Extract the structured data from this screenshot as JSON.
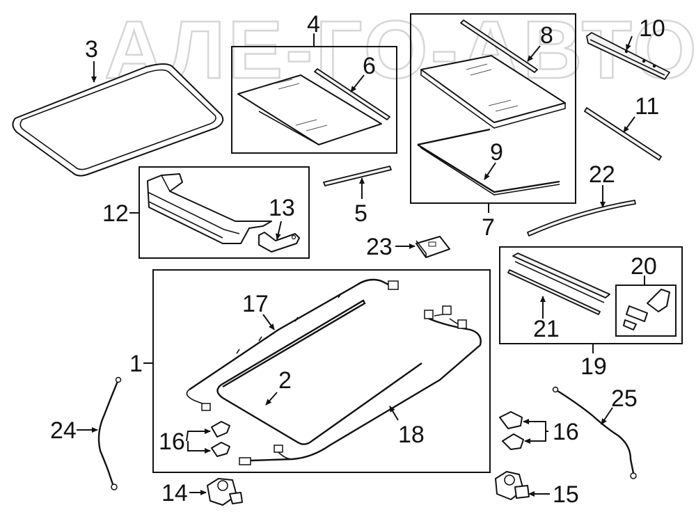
{
  "watermark": {
    "text": "АЛЕ-ГО-АВТО"
  },
  "callouts": {
    "c1": "1",
    "c2": "2",
    "c3": "3",
    "c4": "4",
    "c5": "5",
    "c6": "6",
    "c7": "7",
    "c8": "8",
    "c9": "9",
    "c10": "10",
    "c11": "11",
    "c12": "12",
    "c13": "13",
    "c14": "14",
    "c15": "15",
    "c16a": "16",
    "c16b": "16",
    "c17": "17",
    "c18": "18",
    "c19": "19",
    "c20": "20",
    "c21": "21",
    "c22": "22",
    "c23": "23",
    "c24": "24",
    "c25": "25"
  }
}
